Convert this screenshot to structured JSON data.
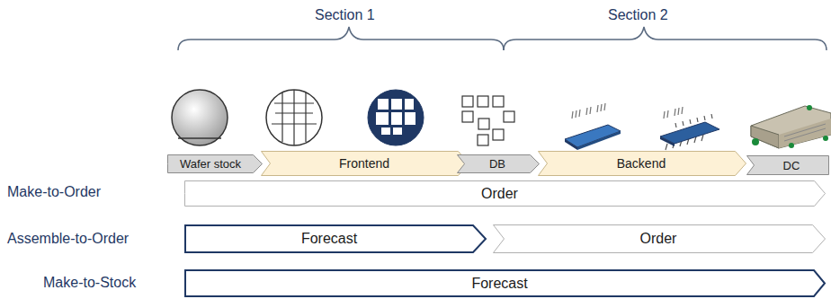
{
  "diagram": {
    "nodes": [
      {
        "text": [
          "Wafer stock"
        ]
      },
      {
        "text": [
          "Frontend"
        ]
      },
      {
        "text": [
          "DB"
        ]
      },
      {
        "text": [
          "Backend"
        ]
      },
      {
        "text": [
          "DC"
        ]
      },
      {
        "text": [
          "Order"
        ]
      },
      {
        "text": [
          "Forecast"
        ]
      },
      {
        "text": [
          "Order"
        ]
      },
      {
        "text": [
          "Forecast"
        ]
      }
    ],
    "labels": [
      "Section 1",
      "Section 2",
      "Make-to-Order",
      "Assemble-to-Order",
      "Make-to-Stock"
    ]
  }
}
